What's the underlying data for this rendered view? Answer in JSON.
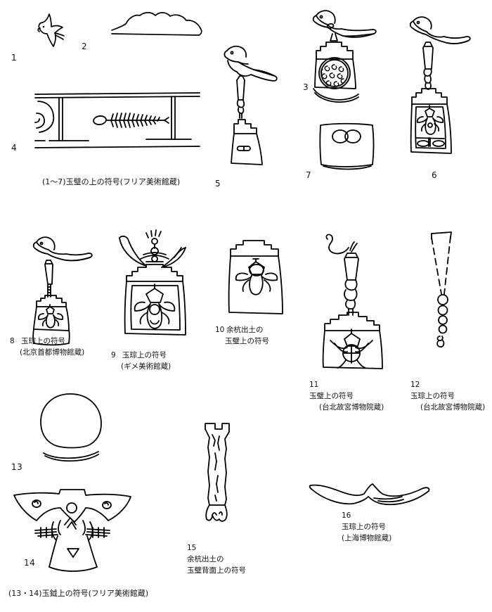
{
  "plate": {
    "title": "Neolithic jade symbol rubbings plate",
    "ink_color": "#000000",
    "paper_color": "#ffffff"
  },
  "figures": [
    {
      "id": "1",
      "number": "1",
      "motif": "flying-bird-glyph"
    },
    {
      "id": "2",
      "number": "2",
      "motif": "cloud-mountain-glyph"
    },
    {
      "id": "3",
      "number": "3",
      "motif": "bird-on-altar-with-spiral-disc"
    },
    {
      "id": "4",
      "number": "4",
      "motif": "framed-feather-branch-glyph"
    },
    {
      "id": "5",
      "number": "5",
      "motif": "bird-on-pillar-over-altar"
    },
    {
      "id": "6",
      "number": "6",
      "motif": "bird-on-pillar-over-engraved-altar"
    },
    {
      "id": "7",
      "number": "7",
      "motif": "altar-with-twin-circles"
    },
    {
      "id": "8",
      "number": "8",
      "motif": "bird-on-stem-over-altar"
    },
    {
      "id": "9",
      "number": "9",
      "motif": "winged-altar-with-mask"
    },
    {
      "id": "10",
      "number": "10",
      "motif": "altar-with-mask-emblem"
    },
    {
      "id": "11",
      "number": "11",
      "motif": "plumed-pillar-over-mask-altar"
    },
    {
      "id": "12",
      "number": "12",
      "motif": "tapered-shaft-with-bead-chain"
    },
    {
      "id": "13",
      "number": "13",
      "motif": "circle-and-crescent-glyph"
    },
    {
      "id": "14",
      "number": "14",
      "motif": "winged-mask-emblem"
    },
    {
      "id": "15",
      "number": "15",
      "motif": "vertical-shaft-with-fringe"
    },
    {
      "id": "16",
      "number": "16",
      "motif": "crescent-cloud-glyph"
    }
  ],
  "captions": {
    "group_1_7": "(1〜7)玉璧の上の符号(フリア美術館蔵)",
    "fig8": {
      "number": "8",
      "line1": "玉琮上の符号",
      "line2": "(北京首都博物館蔵)"
    },
    "fig9": {
      "number": "9",
      "line1": "玉琮上の符号",
      "line2": "(ギメ美術館蔵)"
    },
    "fig10": {
      "number": "10",
      "line1": "余杭出土の",
      "line2": "玉璧上の符号"
    },
    "fig11": {
      "number": "11",
      "line1": "玉璧上の符号",
      "line2": "(台北故宮博物院蔵)"
    },
    "fig12": {
      "number": "12",
      "line1": "玉琮上の符号",
      "line2": "(台北故宮博物院蔵)"
    },
    "fig15": {
      "number": "15",
      "line1": "余杭出土の",
      "line2": "玉璧背面上の符号"
    },
    "fig16": {
      "number": "16",
      "line1": "玉琮上の符号",
      "line2": "(上海博物館蔵)"
    },
    "group_13_14": "(13・14)玉鉞上の符号(フリア美術館蔵)"
  },
  "numbers": {
    "n1": "1",
    "n2": "2",
    "n3": "3",
    "n4": "4",
    "n5": "5",
    "n6": "6",
    "n7": "7",
    "n13": "13",
    "n14": "14"
  }
}
